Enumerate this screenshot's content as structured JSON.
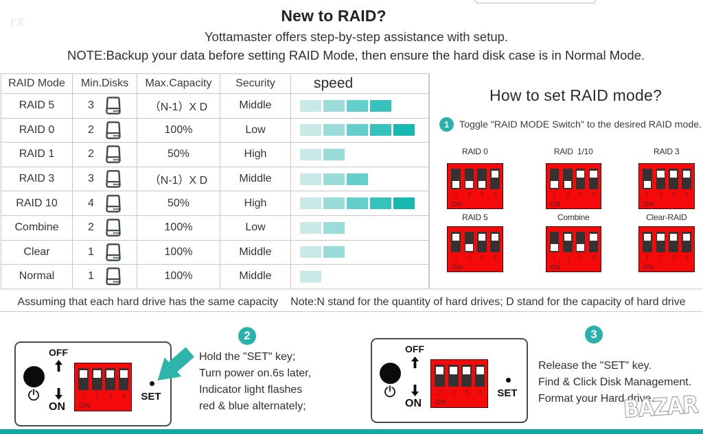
{
  "header": {
    "title": "New to RAID?",
    "subtitle": "Yottamaster offers step-by-step assistance with setup.",
    "note": "NOTE:Backup your data before setting RAID Mode, then ensure the hard disk case is in Normal Mode."
  },
  "watermarks": {
    "top_left": "rx",
    "bottom_right": "BAZAR"
  },
  "table": {
    "columns": [
      "RAID Mode",
      "Min.Disks",
      "Max.Capacity",
      "Security",
      "speed"
    ],
    "rows": [
      {
        "mode": "RAID 5",
        "disks": "3",
        "capacity": "（N-1）X D",
        "security": "Middle",
        "speed": 4
      },
      {
        "mode": "RAID 0",
        "disks": "2",
        "capacity": "100%",
        "security": "Low",
        "speed": 5
      },
      {
        "mode": "RAID 1",
        "disks": "2",
        "capacity": "50%",
        "security": "High",
        "speed": 2
      },
      {
        "mode": "RAID 3",
        "disks": "3",
        "capacity": "（N-1）X D",
        "security": "Middle",
        "speed": 3
      },
      {
        "mode": "RAID 10",
        "disks": "4",
        "capacity": "50%",
        "security": "High",
        "speed": 5
      },
      {
        "mode": "Combine",
        "disks": "2",
        "capacity": "100%",
        "security": "Low",
        "speed": 2
      },
      {
        "mode": "Clear",
        "disks": "1",
        "capacity": "100%",
        "security": "Middle",
        "speed": 2
      },
      {
        "mode": "Normal",
        "disks": "1",
        "capacity": "100%",
        "security": "Middle",
        "speed": 1
      }
    ],
    "speed_colors": [
      "#c9e9e7",
      "#9adcd8",
      "#63cfca",
      "#35c2bd",
      "#16b8b0"
    ]
  },
  "note_strip": {
    "left": "Assuming that each hard drive has the same capacity",
    "right": "Note:N stand for the quantity of hard drives; D stand for the capacity of hard drive"
  },
  "howto": {
    "title": "How to set RAID mode?",
    "step1": {
      "num": "1",
      "text": "Toggle \"RAID MODE Switch\" to the desired RAID mode."
    },
    "dip_numbers": [
      "1",
      "2",
      "3",
      "4"
    ],
    "dip_on_label": "ON",
    "diagrams": [
      {
        "label": "RAID 0",
        "switches": [
          "down",
          "down",
          "down",
          "up"
        ]
      },
      {
        "label": "RAID  1/10",
        "switches": [
          "down",
          "down",
          "up",
          "up"
        ]
      },
      {
        "label": "RAID 3",
        "switches": [
          "down",
          "up",
          "up",
          "up"
        ]
      },
      {
        "label": "RAID 5",
        "switches": [
          "up",
          "down",
          "up",
          "up"
        ]
      },
      {
        "label": "Combine",
        "switches": [
          "down",
          "up",
          "down",
          "up"
        ]
      },
      {
        "label": "Clear-RAID",
        "switches": [
          "up",
          "up",
          "up",
          "up"
        ]
      }
    ]
  },
  "steps": {
    "step2": {
      "num": "2",
      "lines": [
        "Hold the \"SET\" key;",
        "Turn power on.6s later,",
        "Indicator light flashes",
        "red & blue alternately;"
      ]
    },
    "step3": {
      "num": "3",
      "lines": [
        "Release the \"SET\" key.",
        "Find & Click Disk Management.",
        "Format your Hard drive."
      ]
    }
  },
  "device_panel": {
    "off_label": "OFF",
    "on_label": "ON",
    "set_label": "SET",
    "dip_switches": [
      "up",
      "up",
      "up",
      "up"
    ]
  },
  "colors": {
    "accent_teal": "#29b2ab",
    "bottom_bar": "#14a7a4",
    "dip_red": "#f60909",
    "dip_slot": "#333333",
    "dip_text": "#8c1a1d"
  }
}
